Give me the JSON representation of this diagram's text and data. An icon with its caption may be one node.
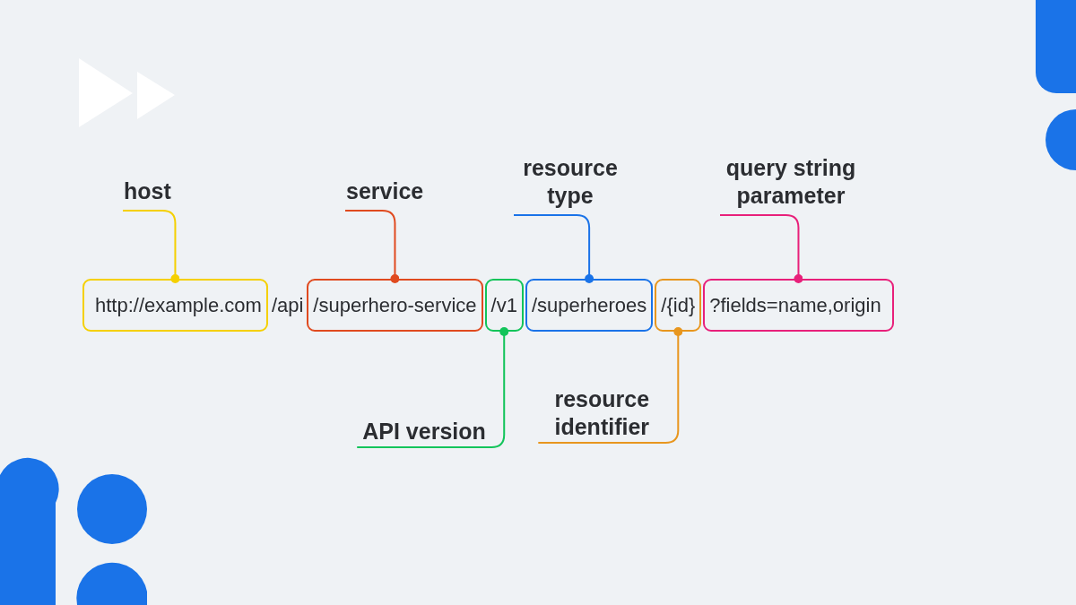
{
  "diagram": {
    "nodes": [
      {
        "text": [
          "host"
        ]
      },
      {
        "text": [
          "service"
        ]
      },
      {
        "text": [
          "resource type"
        ]
      },
      {
        "text": [
          "query string parameter"
        ]
      },
      {
        "text": [
          "http://example.com"
        ]
      },
      {
        "text": [
          "/superhero-service"
        ]
      },
      {
        "text": [
          "/v1"
        ]
      },
      {
        "text": [
          "/superheroes"
        ]
      },
      {
        "text": [
          "/{id}"
        ]
      },
      {
        "text": [
          "?fields=name,origin"
        ]
      },
      {
        "text": [
          "API version"
        ]
      },
      {
        "text": [
          "resource identifier"
        ]
      }
    ],
    "edges": [
      {
        "from": 0,
        "to": 4,
        "arrow": "other",
        "color": "#f5d000"
      },
      {
        "from": 1,
        "to": 5,
        "arrow": "other",
        "color": "#e04a1f"
      },
      {
        "from": 2,
        "to": 7,
        "arrow": "other",
        "color": "#1a73e8"
      },
      {
        "from": 3,
        "to": 9,
        "arrow": "other",
        "color": "#e8207a"
      },
      {
        "from": 10,
        "to": 6,
        "arrow": "other",
        "color": "#12c45a"
      },
      {
        "from": 11,
        "to": 8,
        "arrow": "other",
        "color": "#e8961e"
      }
    ],
    "labels": [
      "/api"
    ]
  }
}
